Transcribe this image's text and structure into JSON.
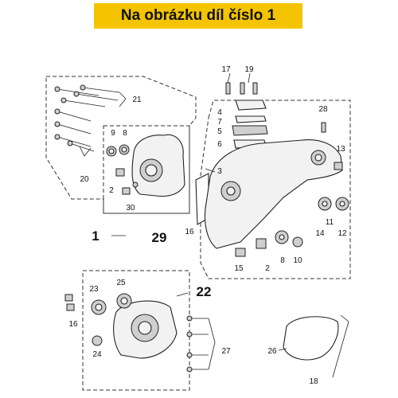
{
  "title": "Na obrázku díl číslo 1",
  "colors": {
    "banner": "#f5c400",
    "text": "#111111"
  },
  "callouts": {
    "c17": "17",
    "c19": "19",
    "c21": "21",
    "c28": "28",
    "c9": "9",
    "c8a": "8",
    "c3": "3",
    "c4": "4",
    "c7": "7",
    "c5": "5",
    "c6": "6",
    "c13": "13",
    "c20": "20",
    "c2a": "2",
    "c30": "30",
    "c16a": "16",
    "c1": "1",
    "c29": "29",
    "c14": "14",
    "c11": "11",
    "c12": "12",
    "c15": "15",
    "c2b": "2",
    "c8b": "8",
    "c10": "10",
    "c22": "22",
    "c23": "23",
    "c25": "25",
    "c16b": "16",
    "c24": "24",
    "c27": "27",
    "c26": "26",
    "c18": "18"
  }
}
